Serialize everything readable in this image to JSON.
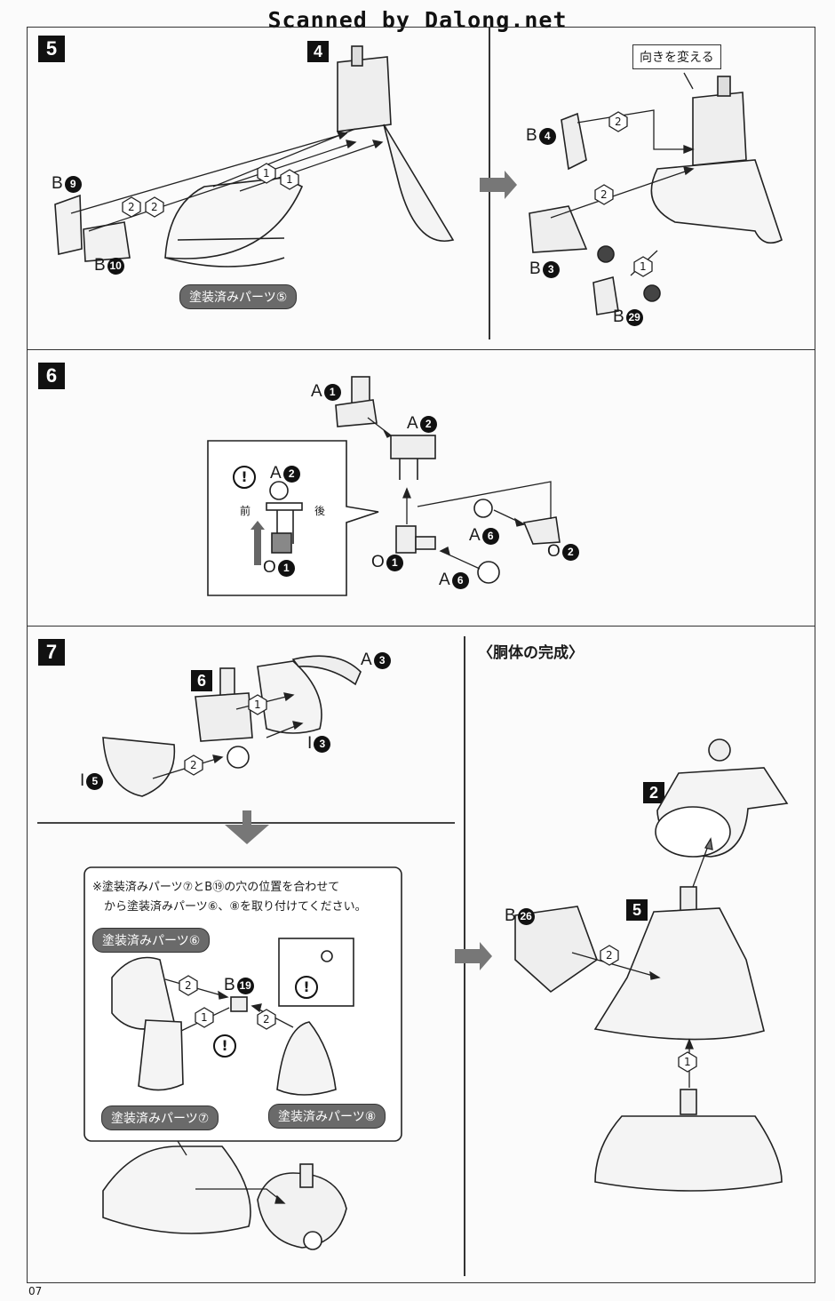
{
  "watermark": "Scanned by Dalong.net",
  "page_number": "07",
  "step5": {
    "number": "5",
    "part_ref": "4",
    "labels": {
      "b9": "9",
      "b10": "10",
      "b4": "4",
      "b3": "3",
      "b29": "29"
    },
    "letter": "B",
    "painted_part": "塗装済みパーツ⑤",
    "callout": "向きを変える"
  },
  "step6": {
    "number": "6",
    "letter_a": "A",
    "letter_o": "O",
    "a1": "1",
    "a2": "2",
    "a6": "6",
    "o1": "1",
    "o2": "2",
    "front": "前",
    "back": "後"
  },
  "step7": {
    "number": "7",
    "part_ref": "6",
    "letter_a": "A",
    "letter_i": "I",
    "letter_b": "B",
    "a3": "3",
    "i3": "3",
    "i5": "5",
    "b19": "19",
    "note": "※塗装済みパーツ⑦とB⑲の穴の位置を合わせて\n　から塗装済みパーツ⑥、⑧を取り付けてください。",
    "painted6": "塗装済みパーツ⑥",
    "painted7": "塗装済みパーツ⑦",
    "painted8": "塗装済みパーツ⑧"
  },
  "torso": {
    "title": "〈胴体の完成〉",
    "ref2": "2",
    "ref5": "5",
    "letter_b": "B",
    "b26": "26"
  },
  "order_marks": {
    "one": "1",
    "two": "2"
  },
  "colors": {
    "ink": "#111111",
    "pill_bg": "#6a6a6a",
    "arrow": "#666666"
  }
}
